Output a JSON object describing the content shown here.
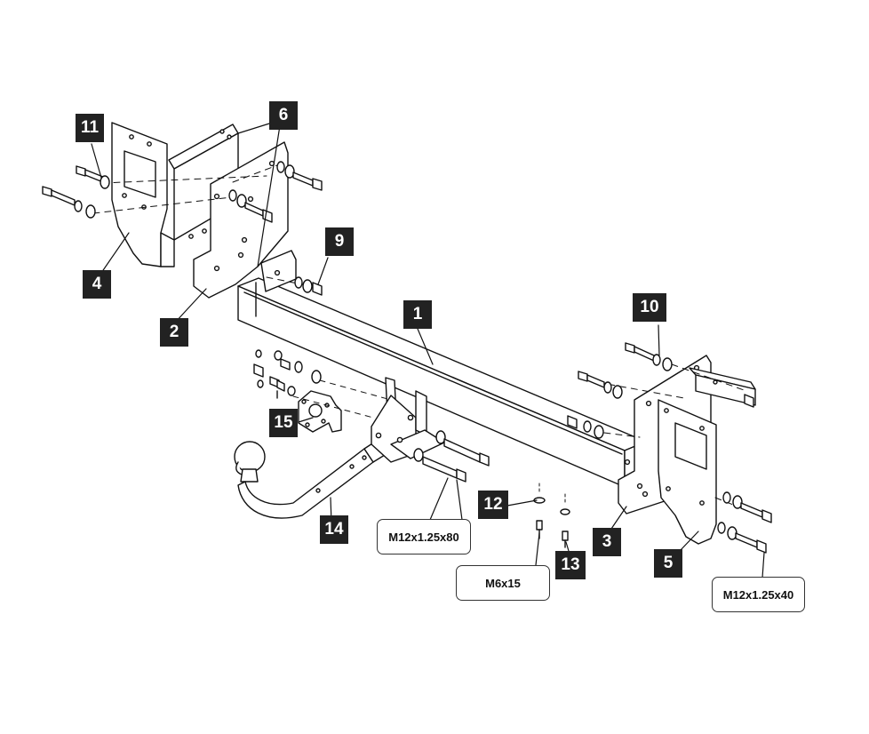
{
  "diagram": {
    "part_numbers": [
      "1",
      "2",
      "3",
      "4",
      "5",
      "6",
      "9",
      "10",
      "11",
      "12",
      "13",
      "14",
      "15"
    ],
    "specs": {
      "m12x80": "M12x1.25x80",
      "m6x15": "M6x15",
      "m12x40": "M12x1.25x40"
    },
    "colors": {
      "line": "#111111",
      "label_bg": "#222222",
      "label_fg": "#ffffff",
      "bg": "#ffffff"
    }
  }
}
